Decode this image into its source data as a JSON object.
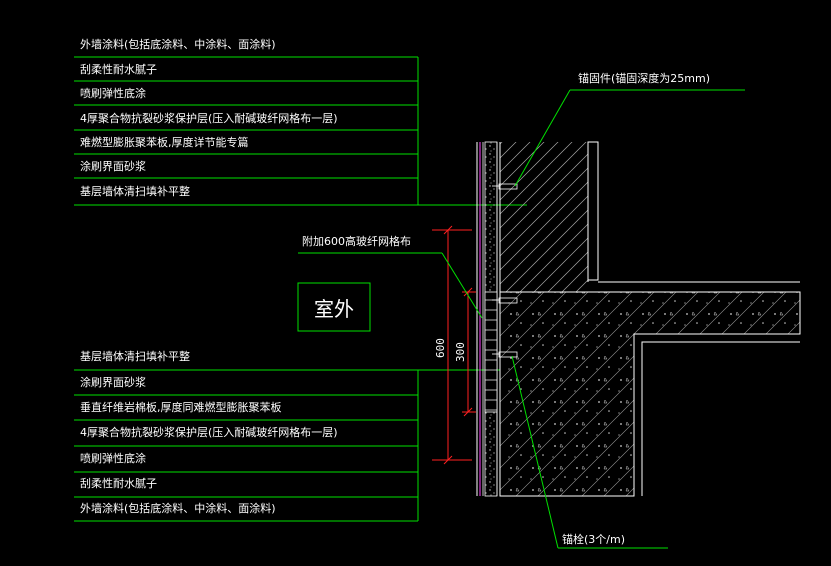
{
  "upper_layers": [
    "外墙涂料(包括底涂料、中涂料、面涂料)",
    "刮柔性耐水腻子",
    "喷刷弹性底涂",
    "4厚聚合物抗裂砂浆保护层(压入耐碱玻纤网格布一层)",
    "难燃型膨胀聚苯板,厚度详节能专篇",
    "涂刷界面砂浆",
    "基层墙体清扫填补平整"
  ],
  "lower_layers": [
    "基层墙体清扫填补平整",
    "涂刷界面砂浆",
    "垂直纤维岩棉板,厚度同难燃型膨胀聚苯板",
    "4厚聚合物抗裂砂浆保护层(压入耐碱玻纤网格布一层)",
    "喷刷弹性底涂",
    "刮柔性耐水腻子",
    "外墙涂料(包括底涂料、中涂料、面涂料)"
  ],
  "annotations": {
    "anchor_piece": "锚固件(锚固深度为25mm)",
    "extra_mesh": "附加600高玻纤网格布",
    "outdoor": "室外",
    "anchor_bolt": "锚栓(3个/m)"
  },
  "dimensions": {
    "overall": "600",
    "inner": "300"
  },
  "colors": {
    "background": "#000000",
    "leader_lines": "#00e000",
    "dimension_lines": "#ff2020",
    "text": "#ffffff",
    "hatch": "#b8b8b8"
  }
}
